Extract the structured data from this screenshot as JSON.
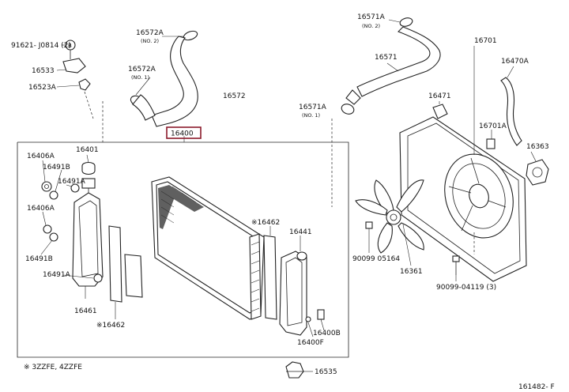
{
  "diagram": {
    "callout_main": "16400",
    "footnote": "※ 3ZZFE, 4ZZFE",
    "figure_id": "161482- F",
    "labels": {
      "p91621": "91621- J0814 (2)",
      "p16533": "16533",
      "p16523a": "16523A",
      "p16572a_top": "16572A",
      "p16572a_top_sub": "(NO. 2)",
      "p16572a_mid": "16572A",
      "p16572a_mid_sub": "(NO. 1)",
      "p16572": "16572",
      "p16571a_top": "16571A",
      "p16571a_top_sub": "(NO. 2)",
      "p16571": "16571",
      "p16571a_mid": "16571A",
      "p16571a_mid_sub": "(NO. 1)",
      "p16701": "16701",
      "p16470a": "16470A",
      "p16471": "16471",
      "p16701a": "16701A",
      "p16363": "16363",
      "p16406a_top": "16406A",
      "p16491b_top": "16491B",
      "p16401": "16401",
      "p16491a_top": "16491A",
      "p16406a_bot": "16406A",
      "p16491b_bot": "16491B",
      "p16491a_bot": "16491A",
      "p16461": "16461",
      "p16462_bot": "※16462",
      "p16462_top": "※16462",
      "p16441": "16441",
      "p16400b": "16400B",
      "p16400f": "16400F",
      "p16535": "16535",
      "p90099_05164": "90099 05164",
      "p16361": "16361",
      "p90099_04119": "90099-04119 (3)"
    }
  }
}
